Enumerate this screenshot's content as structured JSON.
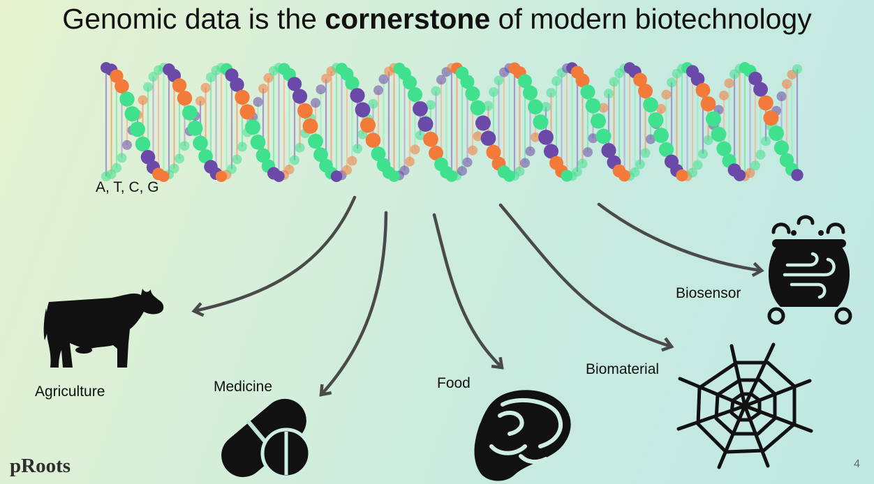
{
  "title": {
    "prefix": "Genomic data is the ",
    "emphasis": "cornerstone",
    "suffix": " of modern biotechnology"
  },
  "dna_label": "A, T, C, G",
  "applications": {
    "agriculture": "Agriculture",
    "medicine": "Medicine",
    "food": "Food",
    "biomaterial": "Biomaterial",
    "biosensor": "Biosensor"
  },
  "brand": "pRoots",
  "page_number": "4",
  "colors": {
    "purple": "#6a49a8",
    "orange": "#f47a3a",
    "green": "#3fe08e",
    "arrow": "#4a4a4a"
  },
  "icons": [
    "dna-helix-icon",
    "cow-icon",
    "pills-icon",
    "steak-icon",
    "spider-web-icon",
    "cauldron-icon"
  ]
}
